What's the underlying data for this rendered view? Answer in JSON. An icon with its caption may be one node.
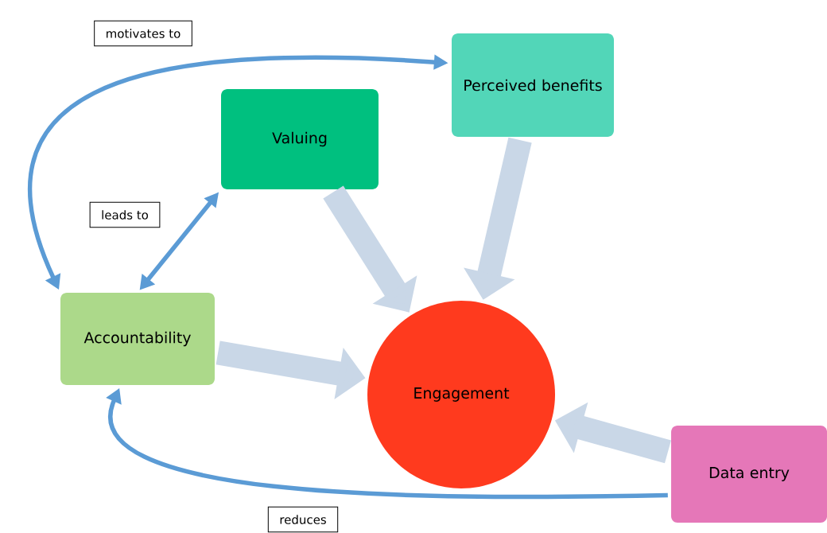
{
  "diagram": {
    "nodes": [
      {
        "text": [
          "Perceived benefits"
        ]
      },
      {
        "text": [
          "Valuing"
        ]
      },
      {
        "text": [
          "Accountability"
        ]
      },
      {
        "text": [
          "Engagement"
        ]
      },
      {
        "text": [
          "Data entry"
        ]
      }
    ],
    "edges": [
      {
        "from": 2,
        "to": 0,
        "arrow": "both",
        "label": "motivates to",
        "color": "#5b9bd5"
      },
      {
        "from": 2,
        "to": 1,
        "arrow": "both",
        "label": "leads to",
        "color": "#5b9bd5"
      },
      {
        "from": 4,
        "to": 2,
        "arrow": "to",
        "label": "reduces",
        "color": "#5b9bd5"
      },
      {
        "from": 1,
        "to": 3,
        "arrow": "to"
      },
      {
        "from": 0,
        "to": 3,
        "arrow": "to"
      },
      {
        "from": 2,
        "to": 3,
        "arrow": "to"
      },
      {
        "from": 4,
        "to": 3,
        "arrow": "to"
      }
    ]
  }
}
